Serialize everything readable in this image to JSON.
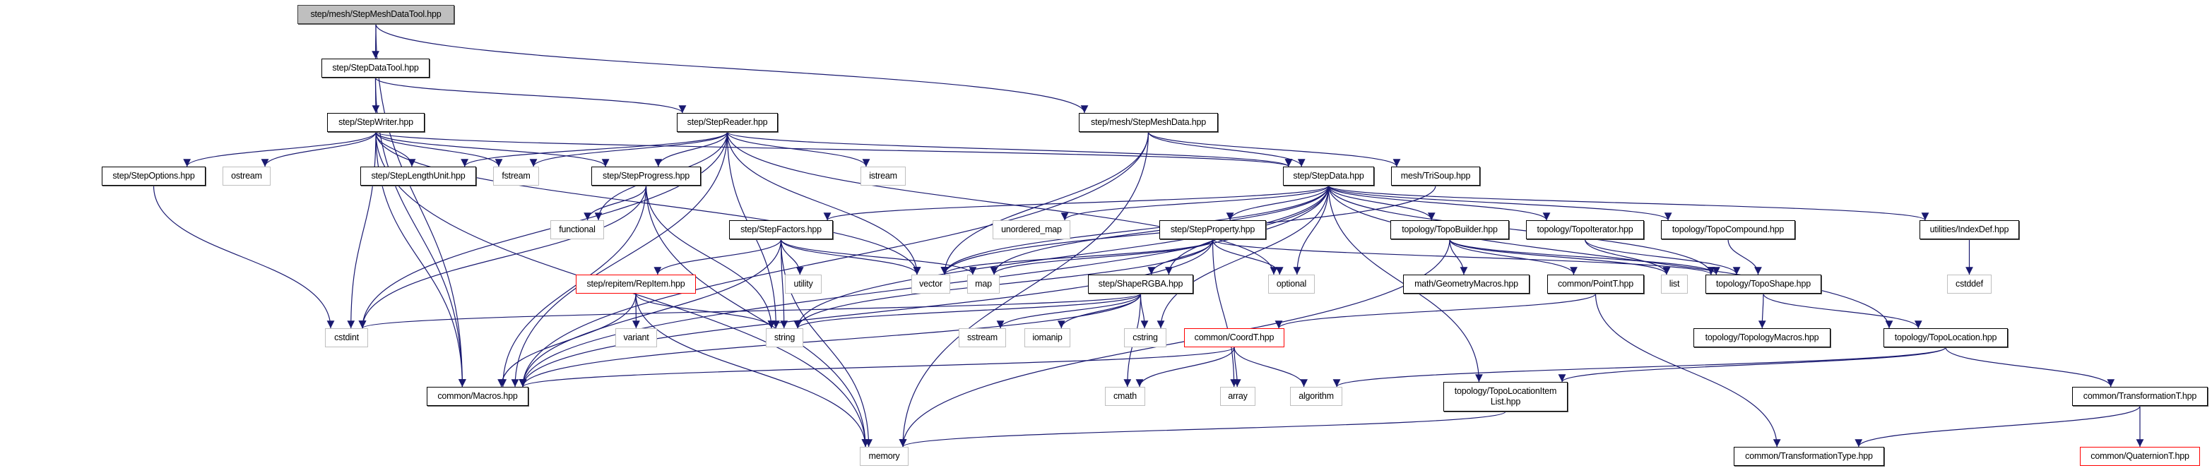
{
  "graph": {
    "edge_color": "#191970",
    "nodes": {
      "StepMeshDataTool": {
        "label": "step/mesh/StepMeshDataTool.hpp",
        "kind": "root"
      },
      "StepDataTool": {
        "label": "step/StepDataTool.hpp",
        "kind": "normal"
      },
      "StepWriter": {
        "label": "step/StepWriter.hpp",
        "kind": "normal"
      },
      "StepReader": {
        "label": "step/StepReader.hpp",
        "kind": "normal"
      },
      "StepMeshData": {
        "label": "step/mesh/StepMeshData.hpp",
        "kind": "normal"
      },
      "StepOptions": {
        "label": "step/StepOptions.hpp",
        "kind": "normal"
      },
      "ostream": {
        "label": "ostream",
        "kind": "system"
      },
      "StepLengthUnit": {
        "label": "step/StepLengthUnit.hpp",
        "kind": "normal"
      },
      "fstream": {
        "label": "fstream",
        "kind": "system"
      },
      "StepProgress": {
        "label": "step/StepProgress.hpp",
        "kind": "normal"
      },
      "istream": {
        "label": "istream",
        "kind": "system"
      },
      "StepData": {
        "label": "step/StepData.hpp",
        "kind": "normal"
      },
      "TriSoup": {
        "label": "mesh/TriSoup.hpp",
        "kind": "normal"
      },
      "functional": {
        "label": "functional",
        "kind": "system"
      },
      "StepFactors": {
        "label": "step/StepFactors.hpp",
        "kind": "normal"
      },
      "unordered_map": {
        "label": "unordered_map",
        "kind": "system"
      },
      "StepProperty": {
        "label": "step/StepProperty.hpp",
        "kind": "normal"
      },
      "TopoBuilder": {
        "label": "topology/TopoBuilder.hpp",
        "kind": "normal"
      },
      "TopoIterator": {
        "label": "topology/TopoIterator.hpp",
        "kind": "normal"
      },
      "TopoCompound": {
        "label": "topology/TopoCompound.hpp",
        "kind": "normal"
      },
      "IndexDef": {
        "label": "utilities/IndexDef.hpp",
        "kind": "normal"
      },
      "RepItem": {
        "label": "step/repitem/RepItem.hpp",
        "kind": "red"
      },
      "utility": {
        "label": "utility",
        "kind": "system"
      },
      "vector": {
        "label": "vector",
        "kind": "system"
      },
      "map": {
        "label": "map",
        "kind": "system"
      },
      "ShapeRGBA": {
        "label": "step/ShapeRGBA.hpp",
        "kind": "normal"
      },
      "optional": {
        "label": "optional",
        "kind": "system"
      },
      "GeometryMacros": {
        "label": "math/GeometryMacros.hpp",
        "kind": "normal"
      },
      "PointT": {
        "label": "common/PointT.hpp",
        "kind": "normal"
      },
      "list": {
        "label": "list",
        "kind": "system"
      },
      "TopoShape": {
        "label": "topology/TopoShape.hpp",
        "kind": "normal"
      },
      "cstddef": {
        "label": "cstddef",
        "kind": "system"
      },
      "cstdint": {
        "label": "cstdint",
        "kind": "system"
      },
      "variant": {
        "label": "variant",
        "kind": "system"
      },
      "string": {
        "label": "string",
        "kind": "system"
      },
      "sstream": {
        "label": "sstream",
        "kind": "system"
      },
      "iomanip": {
        "label": "iomanip",
        "kind": "system"
      },
      "cstring": {
        "label": "cstring",
        "kind": "system"
      },
      "CoordT": {
        "label": "common/CoordT.hpp",
        "kind": "red"
      },
      "TopologyMacros": {
        "label": "topology/TopologyMacros.hpp",
        "kind": "normal"
      },
      "TopoLocation": {
        "label": "topology/TopoLocation.hpp",
        "kind": "normal"
      },
      "Macros": {
        "label": "common/Macros.hpp",
        "kind": "normal"
      },
      "cmath": {
        "label": "cmath",
        "kind": "system"
      },
      "array": {
        "label": "array",
        "kind": "system"
      },
      "algorithm": {
        "label": "algorithm",
        "kind": "system"
      },
      "TopoLocationItemList": {
        "label": "topology/TopoLocationItem\nList.hpp",
        "kind": "normal"
      },
      "TransformationT": {
        "label": "common/TransformationT.hpp",
        "kind": "normal"
      },
      "memory": {
        "label": "memory",
        "kind": "system"
      },
      "TransformationType": {
        "label": "common/TransformationType.hpp",
        "kind": "normal"
      },
      "QuaternionT": {
        "label": "common/QuaternionT.hpp",
        "kind": "red"
      }
    },
    "edges": [
      [
        "StepMeshDataTool",
        "StepDataTool"
      ],
      [
        "StepMeshDataTool",
        "StepMeshData"
      ],
      [
        "StepMeshDataTool",
        "Macros"
      ],
      [
        "StepDataTool",
        "StepWriter"
      ],
      [
        "StepDataTool",
        "StepReader"
      ],
      [
        "StepDataTool",
        "Macros"
      ],
      [
        "StepWriter",
        "StepOptions"
      ],
      [
        "StepWriter",
        "ostream"
      ],
      [
        "StepWriter",
        "StepLengthUnit"
      ],
      [
        "StepWriter",
        "fstream"
      ],
      [
        "StepWriter",
        "StepProgress"
      ],
      [
        "StepWriter",
        "cstdint"
      ],
      [
        "StepWriter",
        "Macros"
      ],
      [
        "StepWriter",
        "memory"
      ],
      [
        "StepWriter",
        "vector"
      ],
      [
        "StepWriter",
        "StepData"
      ],
      [
        "StepReader",
        "StepLengthUnit"
      ],
      [
        "StepReader",
        "fstream"
      ],
      [
        "StepReader",
        "StepProgress"
      ],
      [
        "StepReader",
        "istream"
      ],
      [
        "StepReader",
        "functional"
      ],
      [
        "StepReader",
        "vector"
      ],
      [
        "StepReader",
        "string"
      ],
      [
        "StepReader",
        "StepData"
      ],
      [
        "StepReader",
        "Macros"
      ],
      [
        "StepReader",
        "cstdint"
      ],
      [
        "StepReader",
        "optional"
      ],
      [
        "StepOptions",
        "cstdint"
      ],
      [
        "StepProgress",
        "functional"
      ],
      [
        "StepProgress",
        "cstdint"
      ],
      [
        "StepProgress",
        "Macros"
      ],
      [
        "StepProgress",
        "string"
      ],
      [
        "StepProgress",
        "memory"
      ],
      [
        "StepMeshData",
        "StepData"
      ],
      [
        "StepMeshData",
        "TriSoup"
      ],
      [
        "StepMeshData",
        "vector"
      ],
      [
        "StepMeshData",
        "Macros"
      ],
      [
        "StepMeshData",
        "memory"
      ],
      [
        "StepData",
        "StepFactors"
      ],
      [
        "StepData",
        "unordered_map"
      ],
      [
        "StepData",
        "StepProperty"
      ],
      [
        "StepData",
        "ShapeRGBA"
      ],
      [
        "StepData",
        "vector"
      ],
      [
        "StepData",
        "string"
      ],
      [
        "StepData",
        "map"
      ],
      [
        "StepData",
        "TopoBuilder"
      ],
      [
        "StepData",
        "TopoIterator"
      ],
      [
        "StepData",
        "TopoCompound"
      ],
      [
        "StepData",
        "IndexDef"
      ],
      [
        "StepData",
        "TopoShape"
      ],
      [
        "StepData",
        "TopoLocation"
      ],
      [
        "StepData",
        "cstring"
      ],
      [
        "StepData",
        "Macros"
      ],
      [
        "StepData",
        "TopoLocationItemList"
      ],
      [
        "StepData",
        "optional"
      ],
      [
        "TriSoup",
        "vector"
      ],
      [
        "StepFactors",
        "utility"
      ],
      [
        "StepFactors",
        "vector"
      ],
      [
        "StepFactors",
        "string"
      ],
      [
        "StepFactors",
        "map"
      ],
      [
        "StepFactors",
        "RepItem"
      ],
      [
        "StepFactors",
        "Macros"
      ],
      [
        "StepFactors",
        "memory"
      ],
      [
        "StepProperty",
        "ShapeRGBA"
      ],
      [
        "StepProperty",
        "optional"
      ],
      [
        "StepProperty",
        "vector"
      ],
      [
        "StepProperty",
        "map"
      ],
      [
        "StepProperty",
        "string"
      ],
      [
        "StepProperty",
        "array"
      ],
      [
        "StepProperty",
        "TopoShape"
      ],
      [
        "StepProperty",
        "Macros"
      ],
      [
        "ShapeRGBA",
        "sstream"
      ],
      [
        "ShapeRGBA",
        "iomanip"
      ],
      [
        "ShapeRGBA",
        "cstring"
      ],
      [
        "ShapeRGBA",
        "cmath"
      ],
      [
        "ShapeRGBA",
        "string"
      ],
      [
        "ShapeRGBA",
        "Macros"
      ],
      [
        "ShapeRGBA",
        "cstdint"
      ],
      [
        "RepItem",
        "variant"
      ],
      [
        "RepItem",
        "string"
      ],
      [
        "RepItem",
        "Macros"
      ],
      [
        "RepItem",
        "memory"
      ],
      [
        "CoordT",
        "cmath"
      ],
      [
        "CoordT",
        "array"
      ],
      [
        "CoordT",
        "algorithm"
      ],
      [
        "CoordT",
        "Macros"
      ],
      [
        "TopoBuilder",
        "GeometryMacros"
      ],
      [
        "TopoBuilder",
        "PointT"
      ],
      [
        "TopoBuilder",
        "list"
      ],
      [
        "TopoBuilder",
        "TopoShape"
      ],
      [
        "TopoBuilder",
        "memory"
      ],
      [
        "TopoIterator",
        "list"
      ],
      [
        "TopoIterator",
        "TopoShape"
      ],
      [
        "TopoCompound",
        "TopoShape"
      ],
      [
        "IndexDef",
        "cstddef"
      ],
      [
        "PointT",
        "CoordT"
      ],
      [
        "PointT",
        "TransformationType"
      ],
      [
        "TopoShape",
        "TopologyMacros"
      ],
      [
        "TopoShape",
        "TopoLocation"
      ],
      [
        "TopoLocation",
        "TopoLocationItemList"
      ],
      [
        "TopoLocation",
        "TransformationT"
      ],
      [
        "TopoLocation",
        "algorithm"
      ],
      [
        "TopoLocationItemList",
        "memory"
      ],
      [
        "TransformationT",
        "TransformationType"
      ],
      [
        "TransformationT",
        "QuaternionT"
      ]
    ]
  }
}
